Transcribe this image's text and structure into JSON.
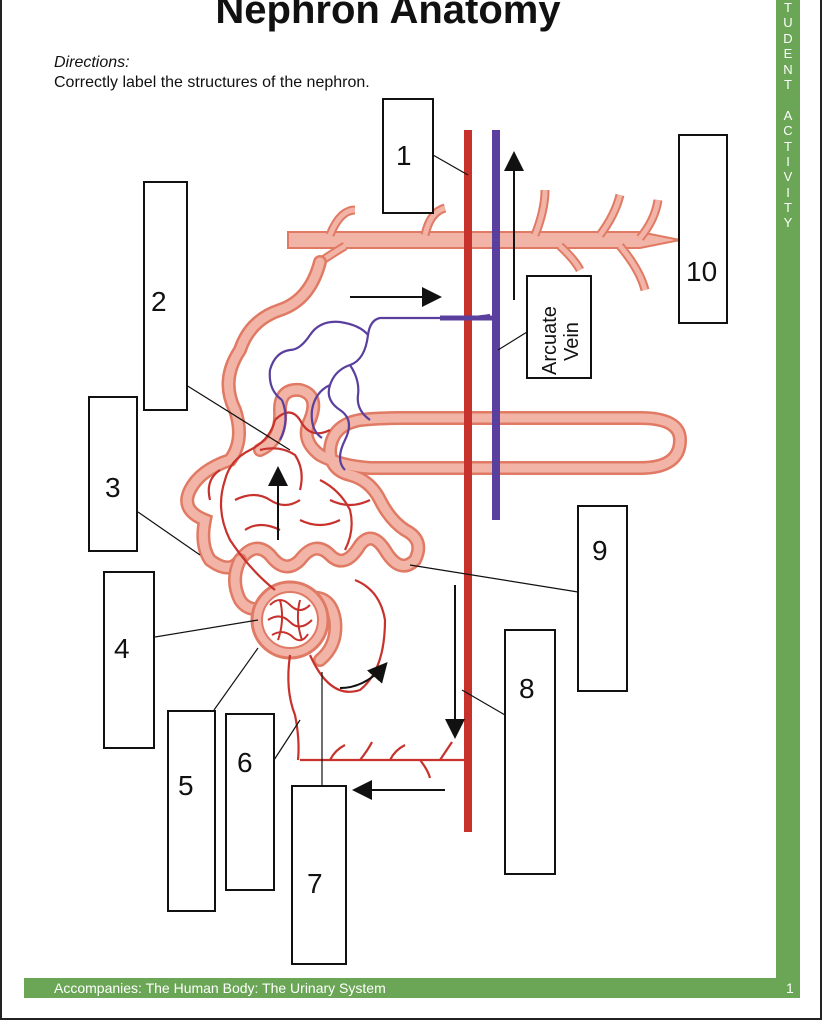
{
  "title": "Nephron Anatomy",
  "directions": {
    "label": "Directions:",
    "text": "Correctly label the structures of the nephron."
  },
  "side_band": {
    "letters": [
      "T",
      "U",
      "D",
      "E",
      "N",
      "T",
      "",
      "A",
      "C",
      "T",
      "I",
      "V",
      "I",
      "T",
      "Y"
    ],
    "color": "#6aa655"
  },
  "footer": {
    "text": "Accompanies:  The Human Body: The Urinary System",
    "page_number": "1"
  },
  "labels": [
    "1",
    "2",
    "3",
    "4",
    "5",
    "6",
    "7",
    "8",
    "9",
    "10"
  ],
  "arcuate_vein_label": [
    "Arcuate",
    "Vein"
  ],
  "colors": {
    "artery": "#c8322d",
    "vein": "#5b3f9e",
    "tubule_fill": "#f2b4a6",
    "tubule_edge": "#e07a64",
    "capillary": "#c8322d"
  }
}
